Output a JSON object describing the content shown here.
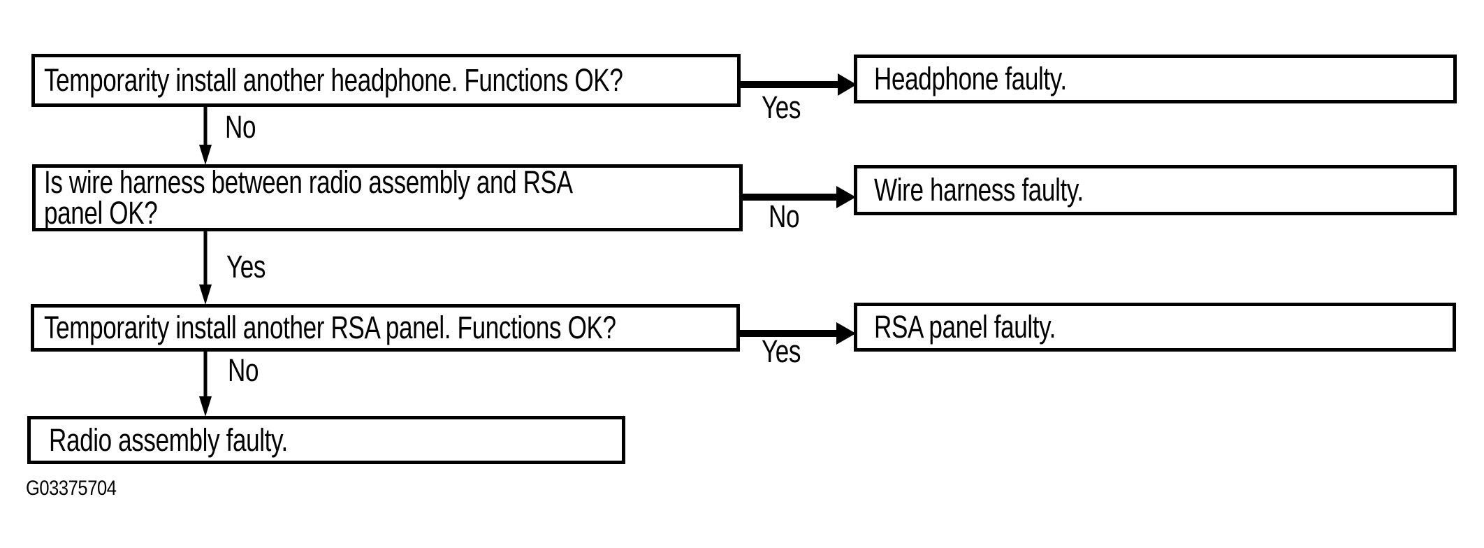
{
  "diagram": {
    "figure_id": "G03375704",
    "colors": {
      "ink": "#000000",
      "background": "#ffffff"
    },
    "nodes": {
      "q1": {
        "text": "Temporarity install another headphone. Functions OK?"
      },
      "q2": {
        "line1": "Is wire harness between radio assembly and RSA",
        "line2": "panel OK?"
      },
      "q3": {
        "text": "Temporarity install another RSA panel. Functions OK?"
      },
      "result_headphone": {
        "text": "Headphone faulty."
      },
      "result_wire_harness": {
        "text": "Wire harness faulty."
      },
      "result_rsa_panel": {
        "text": "RSA panel faulty."
      },
      "result_radio": {
        "text": "Radio assembly faulty."
      }
    },
    "labels": {
      "q1_down": "No",
      "q1_right": "Yes",
      "q2_down": "Yes",
      "q2_right": "No",
      "q3_down": "No",
      "q3_right": "Yes"
    }
  }
}
